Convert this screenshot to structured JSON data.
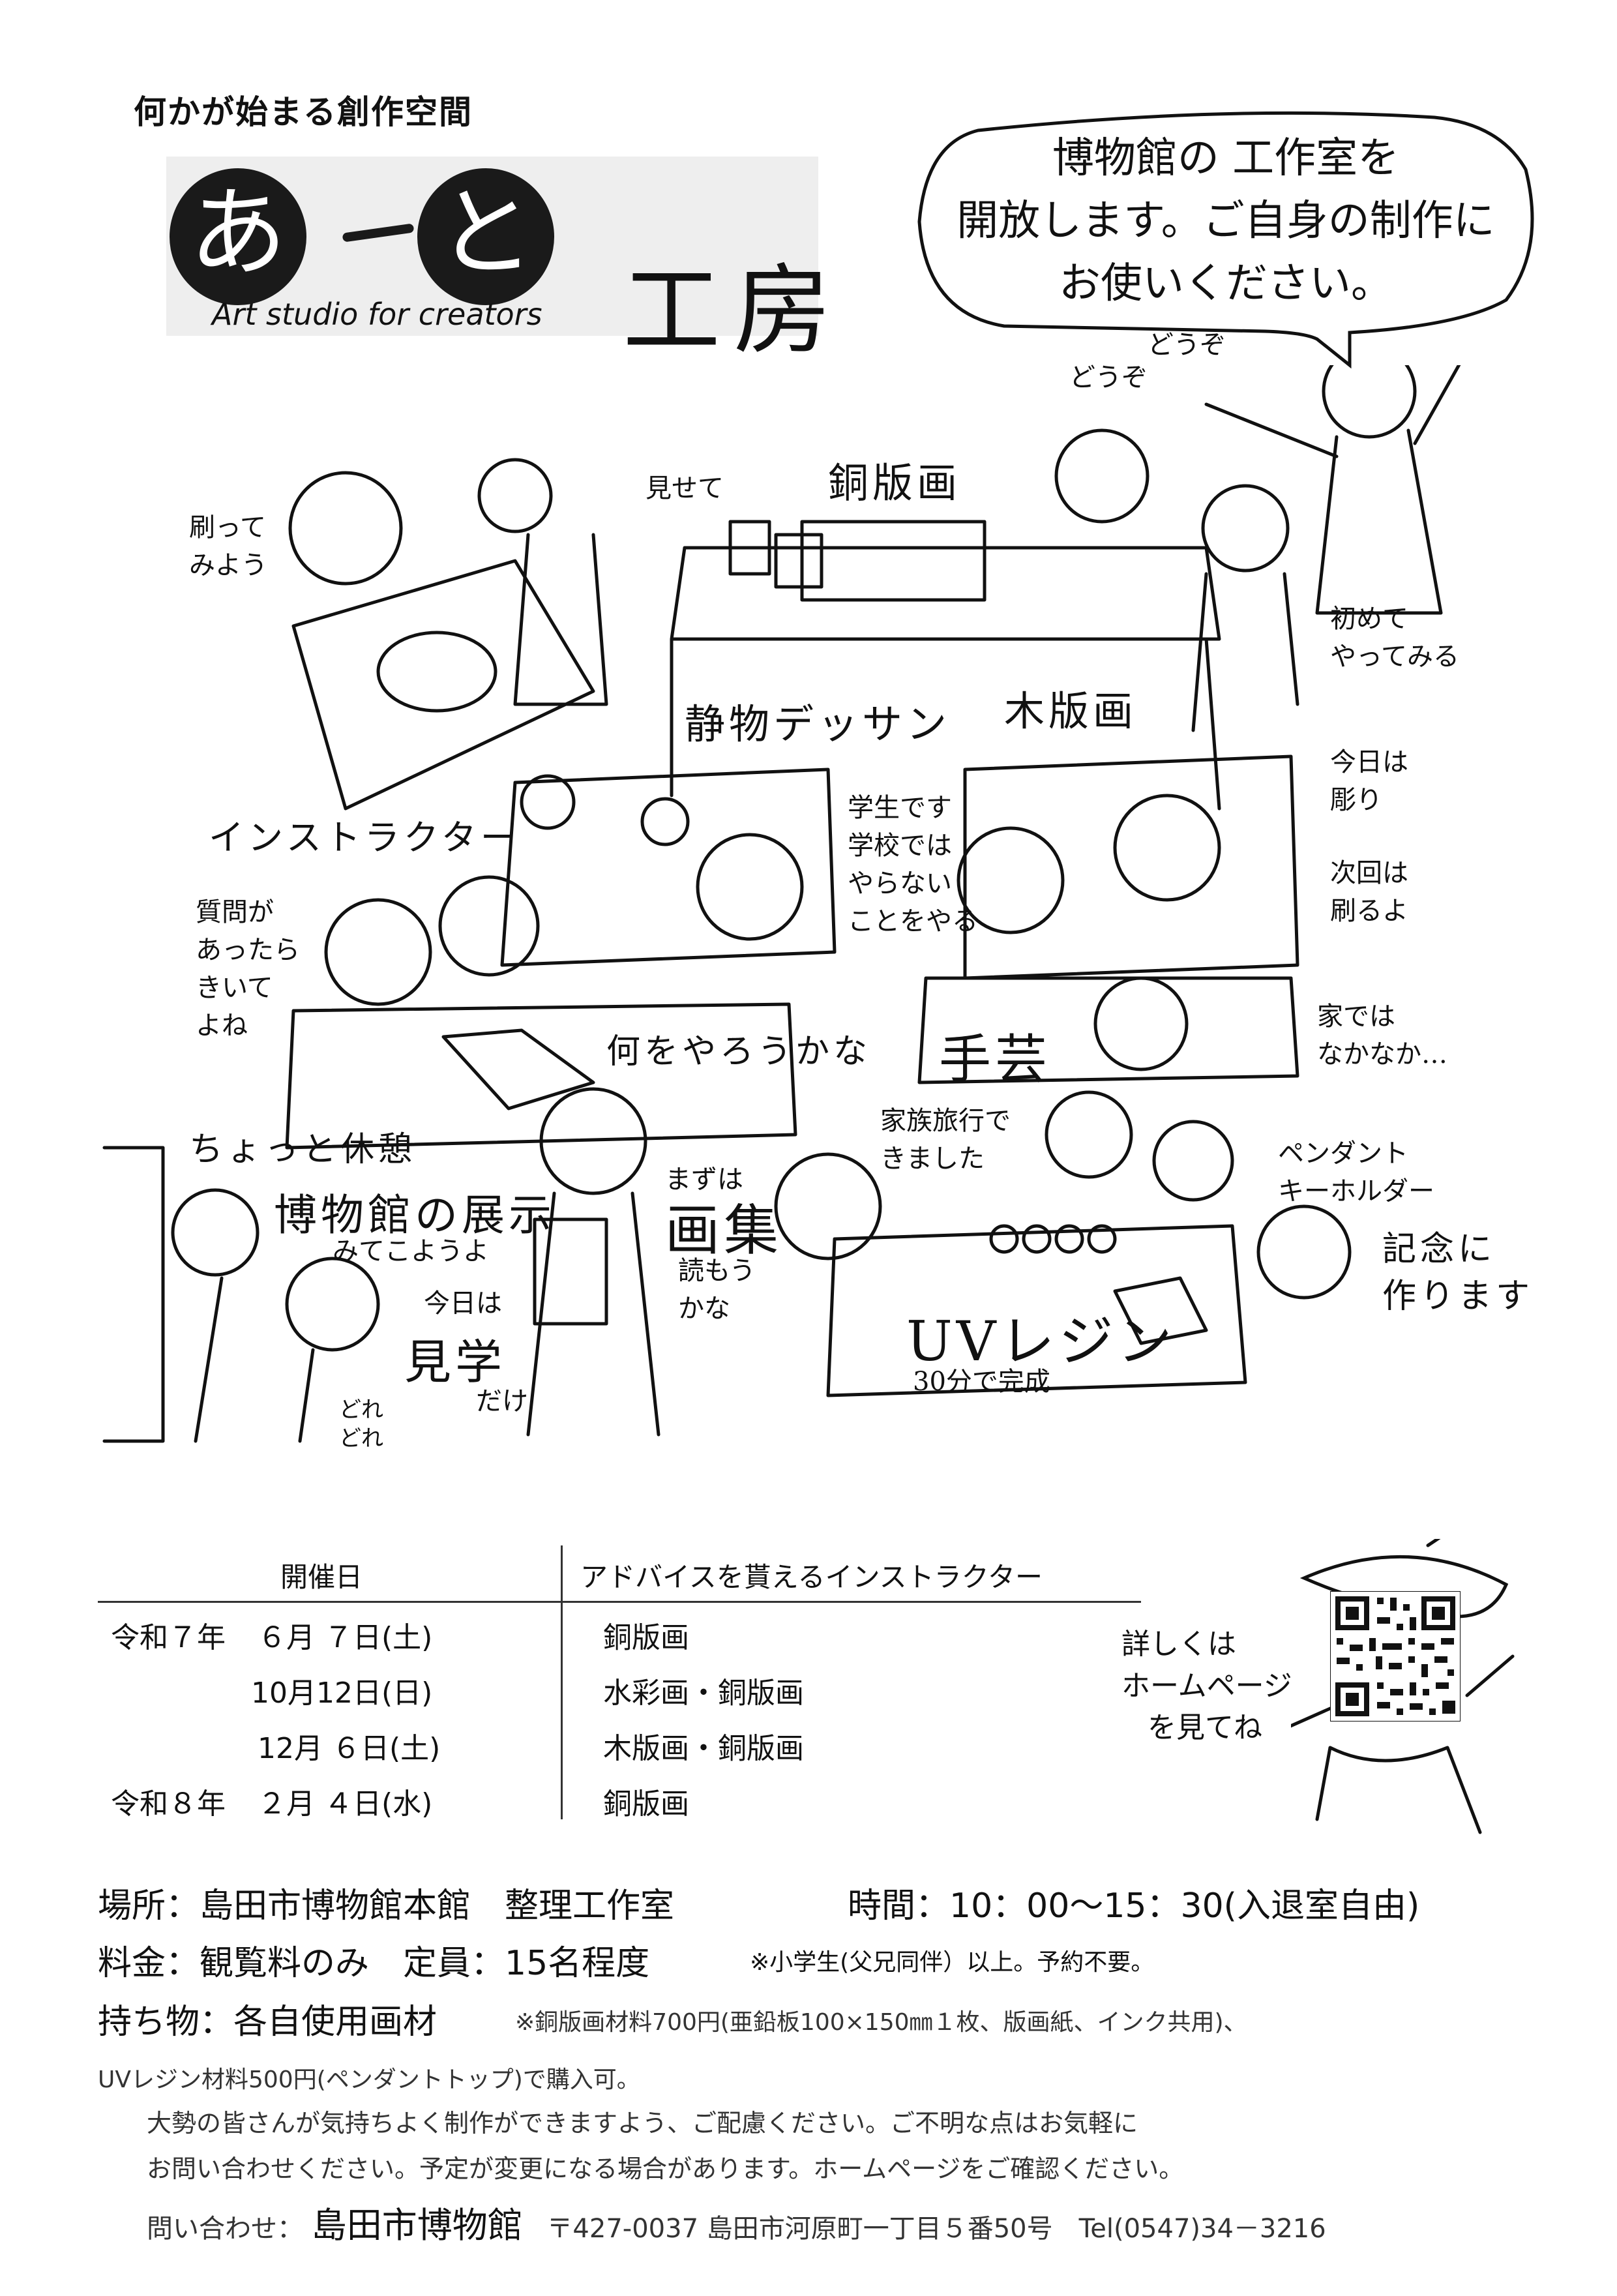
{
  "header": {
    "tagline": "何かが始まる創作空間",
    "logo_char_1": "あ",
    "logo_char_2": "と",
    "logo_subtitle": "Art studio for creators",
    "logo_kobo": "工房"
  },
  "speech_bubble": {
    "line1": "博物館の 工作室を",
    "line2": "開放します。ご自身の制作に",
    "line3": "お使いください。"
  },
  "illustration": {
    "douzo1": "どうぞ",
    "douzo2": "どうぞ",
    "dobanga": "銅版画",
    "surittemiyou": [
      "刷って",
      "みよう"
    ],
    "misete": "見せて",
    "hajimete": [
      "初めて",
      "やってみる"
    ],
    "seibutsu": "静物デッサン",
    "mokuhanga": "木版画",
    "instructor": "インストラクター",
    "shitsumon": [
      "質問が",
      "あったら",
      "きいて",
      "よね"
    ],
    "gakusei": [
      "学生です",
      "学校では",
      "やらない",
      "ことをやる"
    ],
    "kyouwa_horu": [
      "今日は",
      "彫り"
    ],
    "jikai_suru": [
      "次回は",
      "刷るよ"
    ],
    "nani_wo": "何をやろうかな",
    "shugei": "手芸",
    "ie_dewa": [
      "家では",
      "なかなか…"
    ],
    "chotto": "ちょっと休憩",
    "hakubutsukan_tenji": "博物館の展示",
    "mitekoyou": "みてこようよ",
    "mazuwa": "まずは",
    "gashu": "画集",
    "yomou": [
      "読もう",
      "かな"
    ],
    "kazoku": [
      "家族旅行で",
      "きました"
    ],
    "pendant": [
      "ペンダント",
      "キーホルダー"
    ],
    "kinen": [
      "記念に",
      "作ります"
    ],
    "uv_resin": "UVレジン",
    "sanjuppun": "30分で完成",
    "kyouwa_kengaku_1": "今日は",
    "kyouwa_kengaku_2": "見学",
    "kyouwa_kengaku_3": "だけ",
    "dore": [
      "どれ",
      "どれ"
    ]
  },
  "schedule": {
    "col1_header": "開催日",
    "col2_header": "アドバイスを貰えるインストラクター",
    "rows": [
      {
        "era": "令和７年",
        "date": "６月 ７日(土)",
        "instructor": "銅版画"
      },
      {
        "era": "",
        "date": "10月12日(日)",
        "instructor": "水彩画・銅版画"
      },
      {
        "era": "",
        "date": "12月 ６日(土)",
        "instructor": "木版画・銅版画"
      },
      {
        "era": "令和８年",
        "date": "２月 ４日(水)",
        "instructor": "銅版画"
      }
    ]
  },
  "qr_note": [
    "詳しくは",
    "ホームページ",
    "を見てね"
  ],
  "info": {
    "place": "場所：島田市博物館本館　整理工作室",
    "time": "時間：10：00～15：30(入退室自由)",
    "fee": "料金：観覧料のみ　定員：15名程度",
    "fee_note": "※小学生(父兄同伴）以上。予約不要。",
    "materials": "持ち物：各自使用画材",
    "materials_note": "※銅版画材料700円(亜鉛板100×150㎜１枚、版画紙、インク共用)、",
    "materials_note2": "UVレジン材料500円(ペンダントトップ)で購入可。",
    "para1": "大勢の皆さんが気持ちよく制作ができますよう、ご配慮ください。ご不明な点はお気軽に",
    "para2": "お問い合わせください。予定が変更になる場合があります。ホームページをご確認ください。",
    "contact_label": "問い合わせ：",
    "contact_name": "島田市博物館",
    "contact_addr": "〒427-0037 島田市河原町一丁目５番50号　Tel(0547)34－3216"
  }
}
